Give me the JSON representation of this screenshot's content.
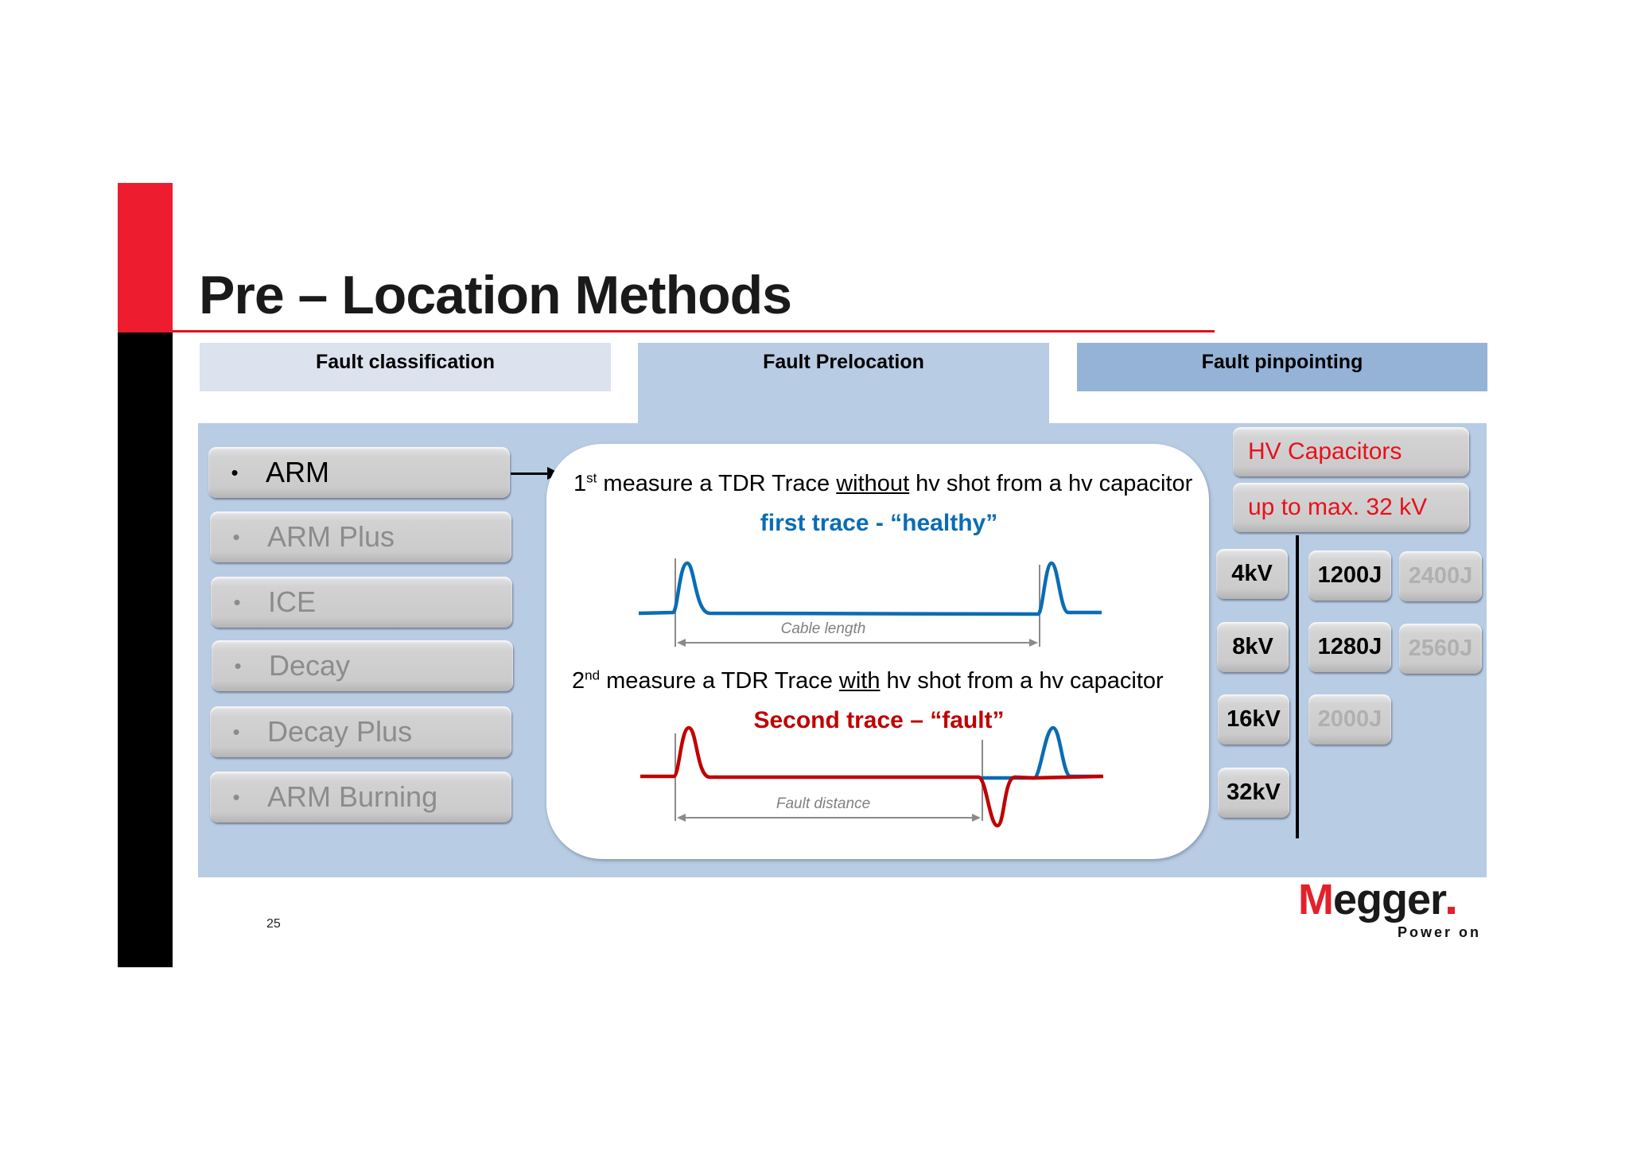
{
  "slide": {
    "title": "Pre – Location Methods",
    "page_number": "25",
    "colors": {
      "accent_red": "#ed1c2e",
      "panel_blue": "#b8cce4",
      "tab_light": "#dce3ef",
      "tab_dark": "#95b3d7",
      "trace_blue": "#0a6cb5",
      "trace_red": "#c00000"
    }
  },
  "tabs": [
    {
      "label": "Fault classification"
    },
    {
      "label": "Fault Prelocation"
    },
    {
      "label": "Fault pinpointing"
    }
  ],
  "methods": [
    {
      "bullet": "•",
      "label": "ARM",
      "active": true
    },
    {
      "bullet": "•",
      "label": "ARM Plus",
      "active": false
    },
    {
      "bullet": "•",
      "label": "ICE",
      "active": false
    },
    {
      "bullet": "•",
      "label": "Decay",
      "active": false
    },
    {
      "bullet": "•",
      "label": "Decay Plus",
      "active": false
    },
    {
      "bullet": "•",
      "label": "ARM Burning",
      "active": false
    }
  ],
  "explain": {
    "step1": {
      "num": "1",
      "sup": "st",
      "pre": " measure a TDR Trace ",
      "emph": "without",
      "post": " hv shot from a hv capacitor"
    },
    "trace1_title": "first trace - “healthy”",
    "trace1_dim": "Cable length",
    "step2": {
      "num": "2",
      "sup": "nd",
      "pre": " measure a TDR Trace ",
      "emph": "with",
      "post": " hv shot from a hv capacitor"
    },
    "trace2_title": "Second trace – “fault”",
    "trace2_dim": "Fault distance"
  },
  "capacitors": {
    "header": "HV Capacitors",
    "max": "up to max. 32 kV",
    "voltages": [
      "4kV",
      "8kV",
      "16kV",
      "32kV"
    ],
    "energies": [
      {
        "label": "1200J",
        "enabled": true
      },
      {
        "label": "2400J",
        "enabled": false
      },
      {
        "label": "1280J",
        "enabled": true
      },
      {
        "label": "2560J",
        "enabled": false
      },
      {
        "label": "2000J",
        "enabled": false
      }
    ]
  },
  "logo": {
    "brand_first": "M",
    "brand_rest": "egger",
    "tagline": "Power on"
  }
}
